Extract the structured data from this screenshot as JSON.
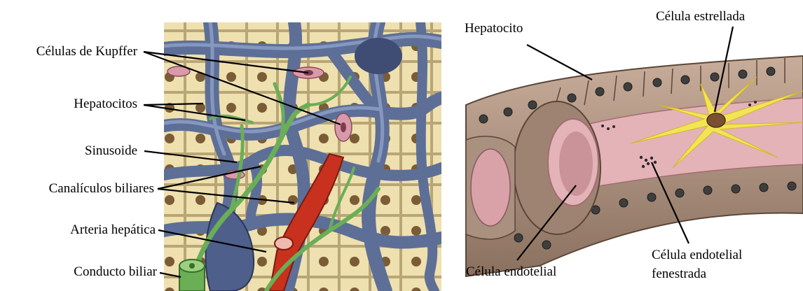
{
  "left_panel": {
    "labels": {
      "kupffer": "Células de Kupffer",
      "hepatocitos": "Hepatocitos",
      "sinusoide": "Sinusoide",
      "canaliculos": "Canalículos biliares",
      "arteria": "Arteria hepática",
      "conducto": "Conducto biliar"
    }
  },
  "right_panel": {
    "labels": {
      "hepatocito": "Hepatocito",
      "estrellada": "Célula estrellada",
      "endotelial": "Célula endotelial",
      "fenestrada_1": "Célula endotelial",
      "fenestrada_2": "fenestrada"
    }
  },
  "colors": {
    "hepatocyte": "#efe0b0",
    "sinusoid": "#5d6f96",
    "bile_canaliculi": "#6aae56",
    "artery": "#c8311d",
    "right_cell": "#a08878",
    "stellate": "#f2e455",
    "endothelium": "#e3b3b8"
  }
}
